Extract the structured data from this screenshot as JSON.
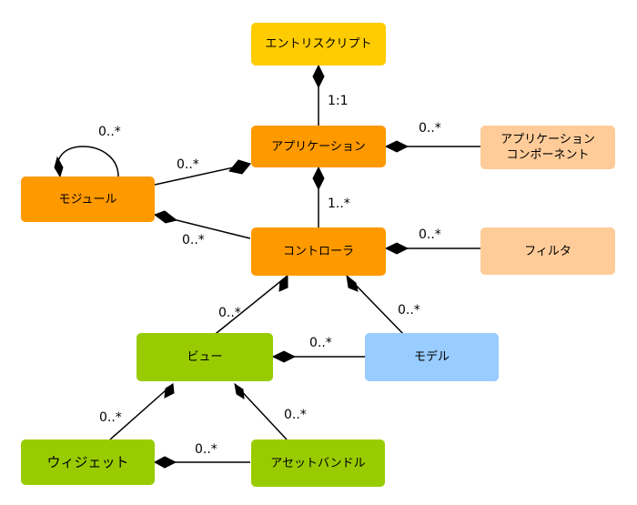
{
  "colors": {
    "entry": "#FFCC00",
    "core": "#FF9900",
    "light": "#FFCC99",
    "view": "#99CC00",
    "model": "#99CCFF",
    "line": "#000000"
  },
  "nodes": {
    "entry_script": "エントリスクリプト",
    "application": "アプリケーション",
    "app_component_line1": "アプリケーション",
    "app_component_line2": "コンポーネント",
    "module": "モジュール",
    "controller": "コントローラ",
    "filter": "フィルタ",
    "view": "ビュー",
    "model": "モデル",
    "widget": "ウィジェット",
    "asset_bundle": "アセットバンドル"
  },
  "multiplicities": {
    "entry_app": "1:1",
    "app_component": "0..*",
    "module_self": "0..*",
    "app_module": "0..*",
    "app_controller": "1..*",
    "module_controller": "0..*",
    "controller_filter": "0..*",
    "controller_view": "0..*",
    "controller_model": "0..*",
    "view_model": "0..*",
    "view_widget": "0..*",
    "view_asset": "0..*",
    "widget_asset": "0..*"
  }
}
